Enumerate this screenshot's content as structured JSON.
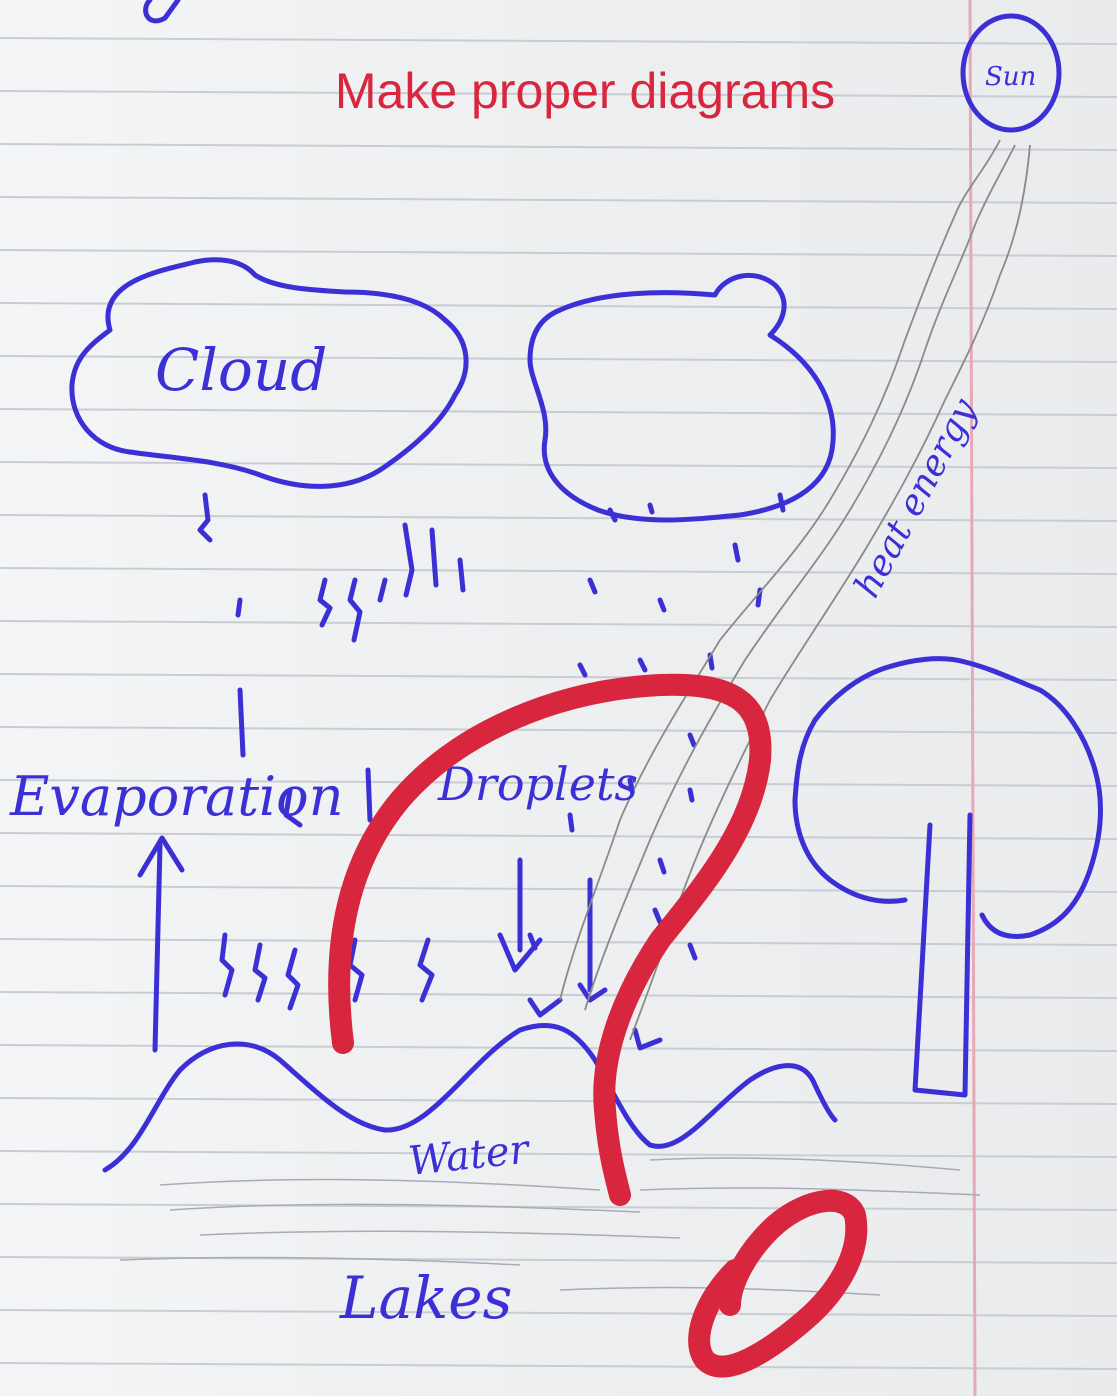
{
  "teacher_note": "Make proper diagrams",
  "labels": {
    "sun": "Sun",
    "cloud": "Cloud",
    "heat_energy": "heat energy",
    "droplets": "Droplets",
    "evaporation": "Evaporation",
    "water": "Water",
    "lakes": "Lakes"
  },
  "colors": {
    "ink": "#3b2fd6",
    "pencil": "#8a8a8a",
    "teacher_red": "#d7263d",
    "paper_lines": "#c9ccd2",
    "margin_line": "#e7a9b5"
  }
}
